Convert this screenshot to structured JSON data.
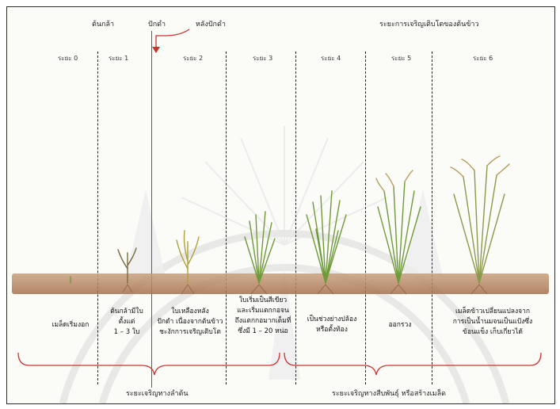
{
  "header": {
    "seedling": "ต้นกล้า",
    "transplant": "ปักดำ",
    "after_transplant": "หลังปักดำ",
    "growth_stages": "ระยะการเจริญเติบโตของต้นข้าว"
  },
  "stages": [
    "ระยะ 0",
    "ระยะ 1",
    "ระยะ 2",
    "ระยะ 3",
    "ระยะ 4",
    "ระยะ 5",
    "ระยะ 6"
  ],
  "descriptions": {
    "s0": [
      "เมล็ดเริ่มงอก"
    ],
    "s1": [
      "ต้นกล้ามีใบ",
      "ตั้งแต่",
      "1 – 3 ใบ"
    ],
    "s2": [
      "ใบเหลืองหลัง",
      "ปักดำ เนื่องจากต้นข้าว",
      "ชะงักการเจริญเติบโต"
    ],
    "s3": [
      "ใบเริ่มเป็นสีเขียว",
      "และเริ่มแตกกอจน",
      "ถึงแตกกอมากเต็มที่",
      "ซึ่งมี 1 – 20 หน่อ"
    ],
    "s4": [
      "เป็นช่วงย่างปล้อง",
      "หรือตั้งท้อง"
    ],
    "s5": [
      "ออกรวง"
    ],
    "s6": [
      "เมล็ดข้าวเปลี่ยนแปลงจาก",
      "การเป็นน้ำนมจนเป็นแป้งซึ่ง",
      "ข้อนแข็ง เก็บเกี่ยวได้"
    ]
  },
  "phases": {
    "vegetative": "ระยะเจริญทางลำต้น",
    "reproductive": "ระยะเจริญทางสืบพันธุ์ หรือสร้างเมล็ด"
  },
  "colors": {
    "ground": "#b08060",
    "plant": "#6f9a3a",
    "transplant_line": "#2e7d32",
    "arrow": "#d0312d"
  }
}
